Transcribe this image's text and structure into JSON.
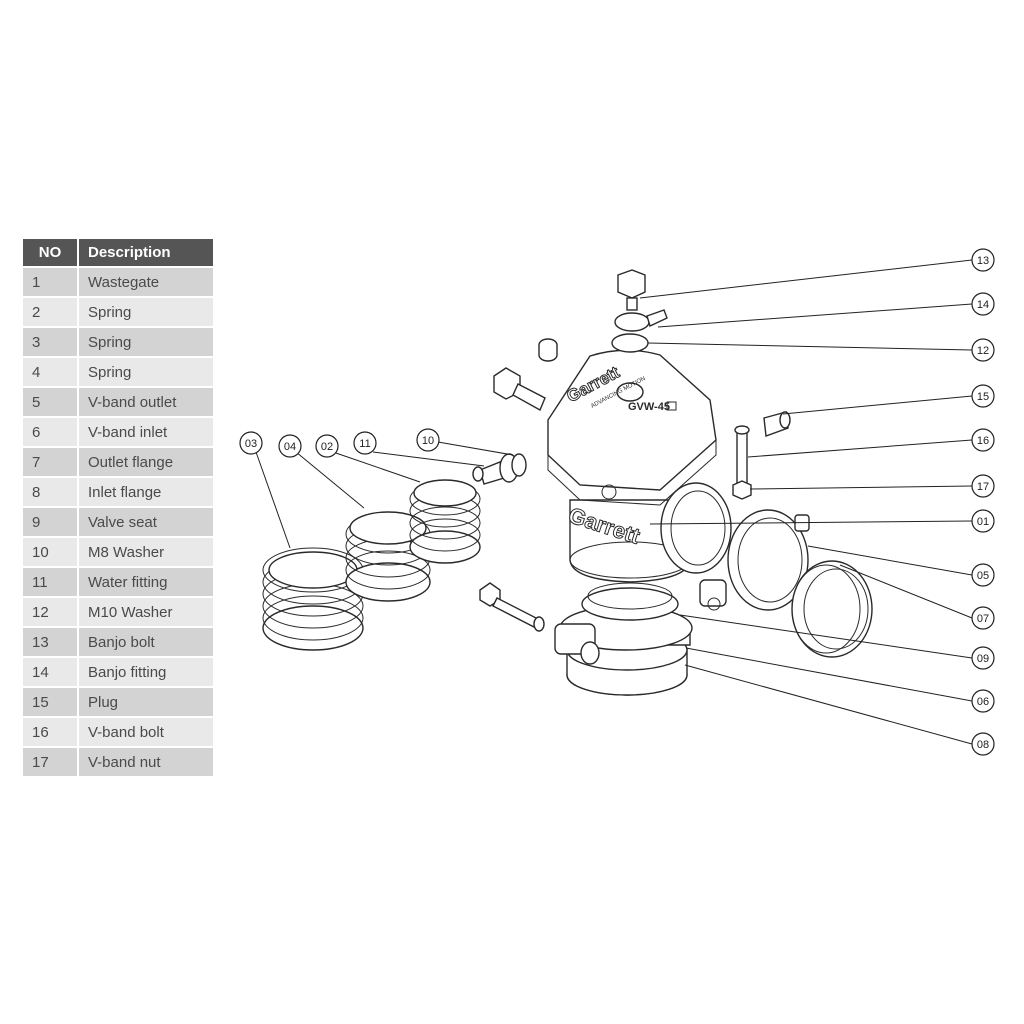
{
  "table": {
    "header": {
      "no": "NO",
      "description": "Description"
    },
    "rows": [
      {
        "no": "1",
        "description": "Wastegate"
      },
      {
        "no": "2",
        "description": "Spring"
      },
      {
        "no": "3",
        "description": "Spring"
      },
      {
        "no": "4",
        "description": "Spring"
      },
      {
        "no": "5",
        "description": "V-band outlet"
      },
      {
        "no": "6",
        "description": "V-band inlet"
      },
      {
        "no": "7",
        "description": "Outlet flange"
      },
      {
        "no": "8",
        "description": "Inlet  flange"
      },
      {
        "no": "9",
        "description": "Valve seat"
      },
      {
        "no": "10",
        "description": "M8 Washer"
      },
      {
        "no": "11",
        "description": "Water fitting"
      },
      {
        "no": "12",
        "description": "M10 Washer"
      },
      {
        "no": "13",
        "description": "Banjo bolt"
      },
      {
        "no": "14",
        "description": "Banjo fitting"
      },
      {
        "no": "15",
        "description": "Plug"
      },
      {
        "no": "16",
        "description": "V-band bolt"
      },
      {
        "no": "17",
        "description": "V-band nut"
      }
    ]
  },
  "callouts": {
    "c13": "13",
    "c14": "14",
    "c12": "12",
    "c15": "15",
    "c16": "16",
    "c17": "17",
    "c01": "01",
    "c05": "05",
    "c07": "07",
    "c09": "09",
    "c06": "06",
    "c08": "08",
    "c03": "03",
    "c04": "04",
    "c02": "02",
    "c11": "11",
    "c10": "10"
  },
  "housing_markings": {
    "brand_top": "Garrett",
    "tagline": "ADVANCING MOTION",
    "model": "GVW-45",
    "brand_body": "Garrett"
  }
}
